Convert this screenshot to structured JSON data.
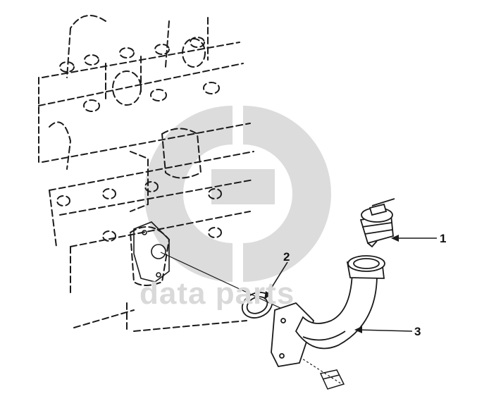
{
  "callouts": {
    "c1": "1",
    "c2": "2",
    "c3": "3"
  },
  "watermark": {
    "text": "data parts"
  },
  "colors": {
    "line": "#1a1a1a",
    "watermark": "#d6d6d6",
    "background": "#ffffff"
  }
}
